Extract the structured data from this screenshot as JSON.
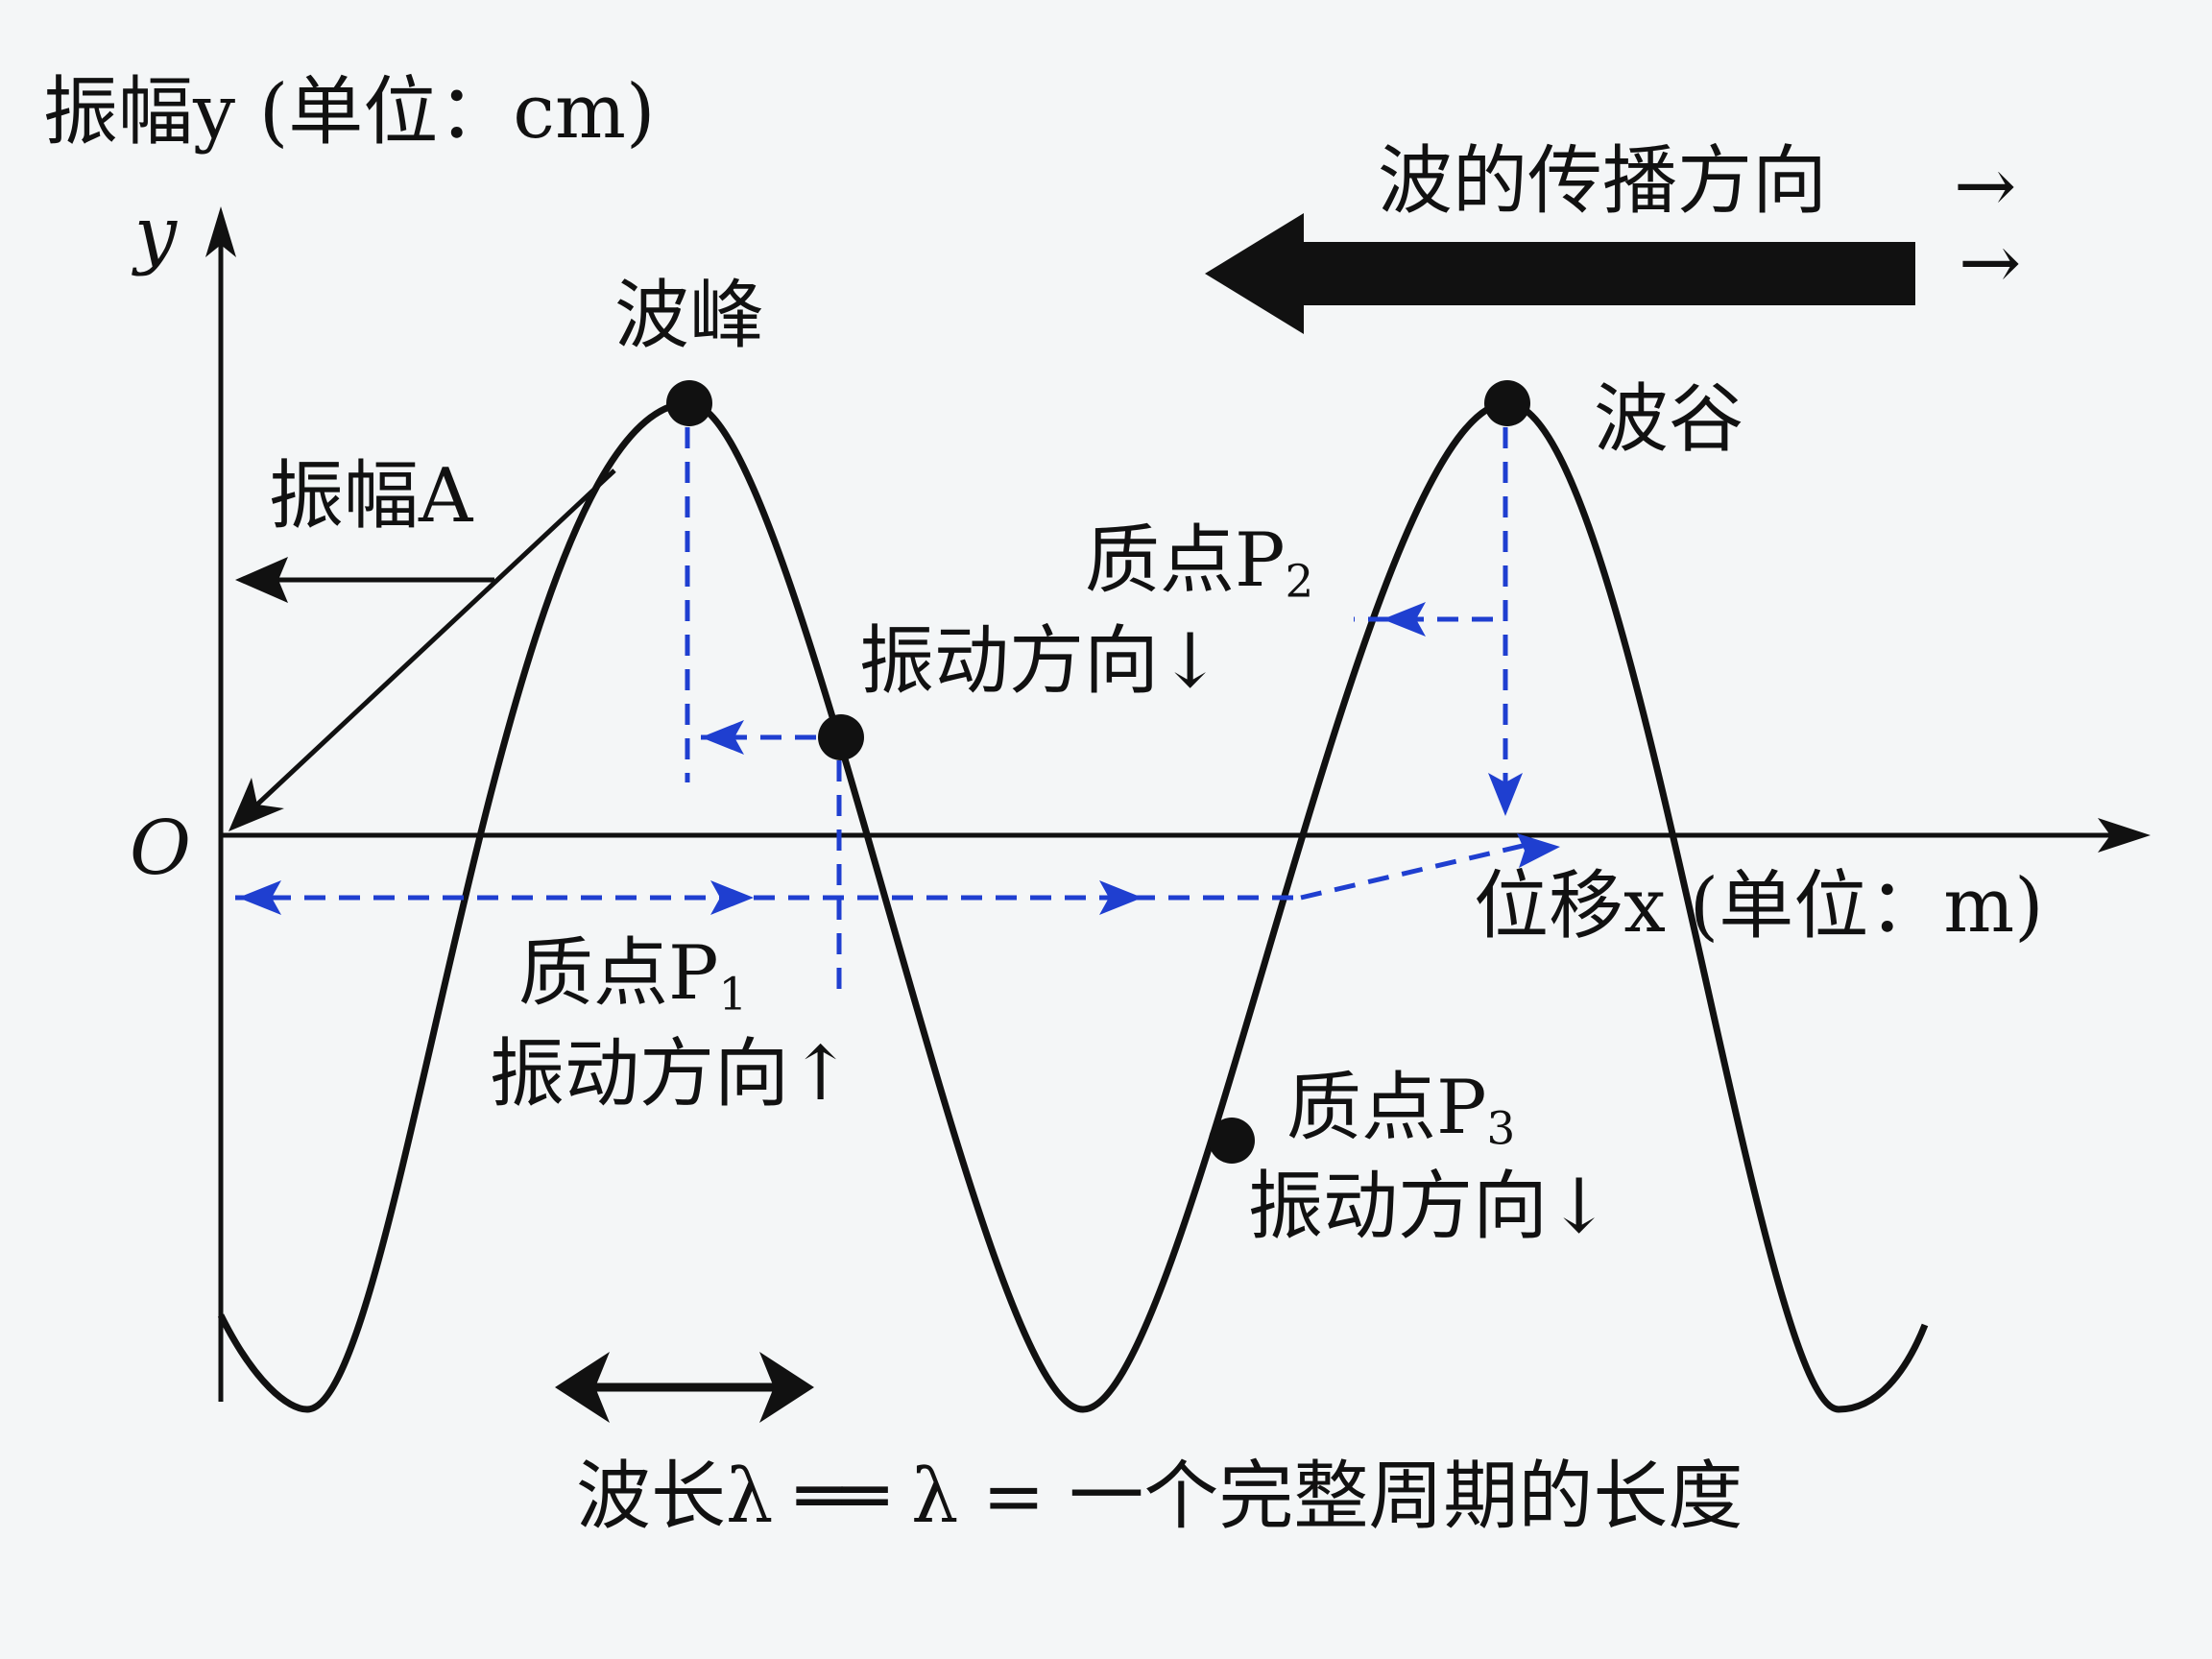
{
  "axes": {
    "y_title": "振幅y (单位：cm)",
    "y_symbol": "y",
    "x_title": "位移x (单位：m)",
    "origin": "O"
  },
  "labels": {
    "crest": "波峰",
    "trough": "波谷",
    "amplitude": "振幅A",
    "propagation": "波的传播方向",
    "propagation_arrow_1": "→",
    "propagation_arrow_2": "→",
    "p1_name": "质点P",
    "p1_sub": "1",
    "p1_dir": "振动方向↑",
    "p2_name": "质点P",
    "p2_sub": "2",
    "p2_dir": "振动方向↓",
    "p3_name": "质点P",
    "p3_sub": "3",
    "p3_dir": "振动方向↓",
    "wavelength": "波长λ ══ λ = 一个完整周期的长度"
  },
  "colors": {
    "curve": "#111111",
    "guide": "#1f3fd0",
    "background": "#f4f6f7"
  },
  "chart_data": {
    "type": "line",
    "title": "",
    "xlabel": "位移x (单位：m)",
    "ylabel": "振幅y (单位：cm)",
    "series": [
      {
        "name": "wave",
        "shape": "sinusoid",
        "periods_shown": 2.2
      }
    ],
    "points": [
      {
        "name": "波峰",
        "role": "crest"
      },
      {
        "name": "波谷",
        "role": "second crest (labeled trough)"
      },
      {
        "name": "质点P1",
        "direction": "up"
      },
      {
        "name": "质点P2",
        "direction": "down"
      },
      {
        "name": "质点P3",
        "direction": "down"
      }
    ],
    "grid": false,
    "legend": null
  }
}
